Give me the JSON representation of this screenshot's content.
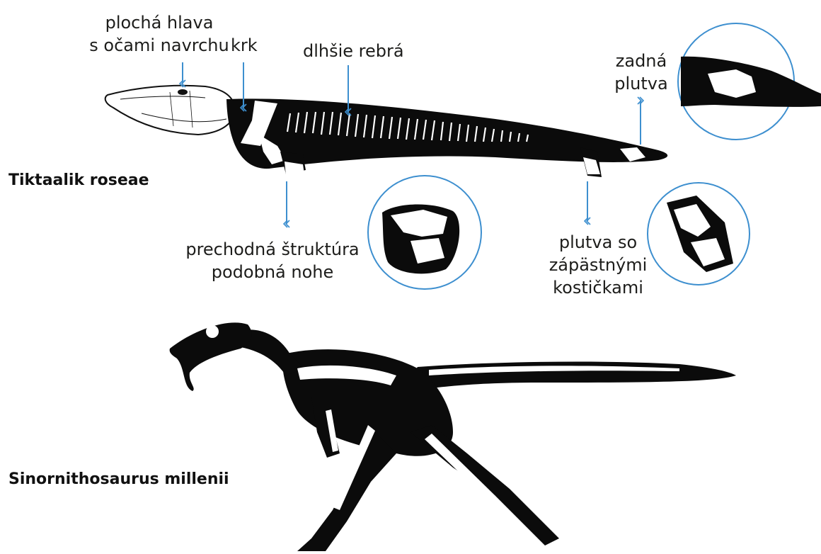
{
  "labels": {
    "flat_head_line1": "plochá hlava",
    "flat_head_line2": "s očami navrchu",
    "neck": "krk",
    "ribs": "dlhšie rebrá",
    "rear_fin_line1": "zadná",
    "rear_fin_line2": "plutva",
    "transitional_line1": "prechodná štruktúra",
    "transitional_line2": "podobná nohe",
    "wrist_fin_line1": "plutva so",
    "wrist_fin_line2": "zápästnými",
    "wrist_fin_line3": "kostičkami"
  },
  "species": {
    "tiktaalik": "Tiktaalik roseae",
    "sinornithosaurus": "Sinornithosaurus millenii"
  },
  "colors": {
    "arrow": "#3d8fcf",
    "circle": "#3d8fcf",
    "silhouette": "#0b0b0b",
    "bone": "#ffffff",
    "text": "#1d1d1b"
  }
}
